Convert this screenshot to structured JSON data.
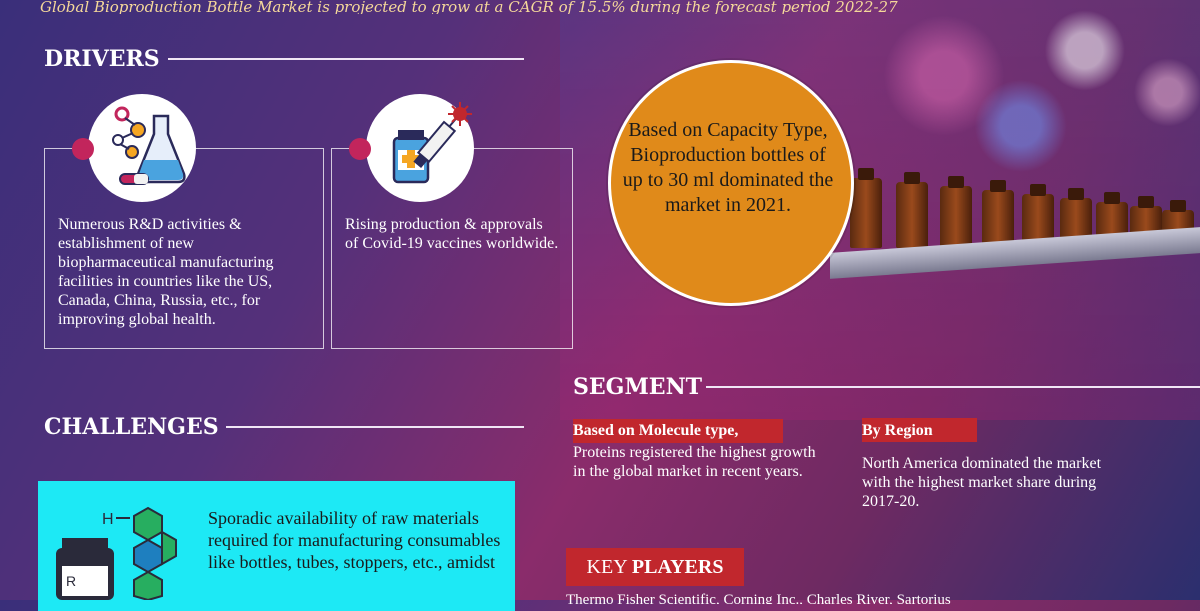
{
  "header": {
    "cut_text": "Global Bioproduction Bottle Market is projected to grow at a CAGR of 15.5% during the forecast period 2022-27"
  },
  "drivers": {
    "heading": "DRIVERS",
    "items": [
      {
        "text": "Numerous R&D activities & establishment of new biopharmaceutical manufacturing facilities in countries like the US, Canada, China, Russia, etc., for improving global health.",
        "icon": "lab-molecule-icon"
      },
      {
        "text": "Rising production & approvals of Covid-19 vaccines worldwide.",
        "icon": "vaccine-syringe-icon"
      }
    ]
  },
  "highlight": {
    "text": "Based on Capacity Type, Bioproduction bottles of up to 30 ml dominated the market in 2021."
  },
  "segment": {
    "heading": "SEGMENT",
    "molecule": {
      "title": "Based on Molecule type,",
      "body": "Proteins registered the highest growth in the global market in recent years."
    },
    "region": {
      "title": "By Region",
      "body": "North America dominated the market with the highest market share during 2017-20."
    }
  },
  "challenges": {
    "heading": "CHALLENGES",
    "text": "Sporadic availability of raw materials required for manufacturing consumables like bottles, tubes, stoppers, etc., amidst",
    "icon": "chemical-bottle-icon"
  },
  "key_players": {
    "label_1": "KEY",
    "label_2": "PLAYERS",
    "list_cut": "Thermo Fisher Scientific, Corning Inc., Charles River, Sartorius"
  },
  "colors": {
    "accent_red": "#c1272d",
    "cyan": "#1de9f5",
    "orange": "#e08a1a",
    "dot": "#c2255c"
  }
}
